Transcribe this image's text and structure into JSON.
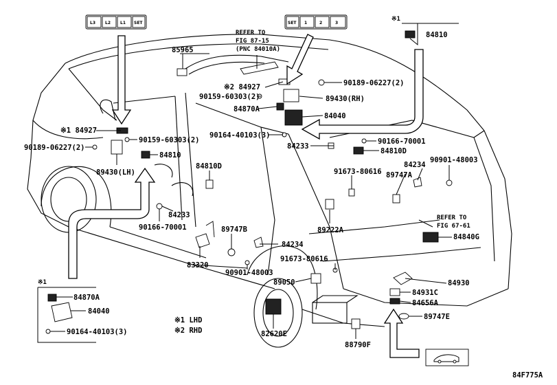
{
  "labels": {
    "p85965": "85965",
    "refer_fig87": "REFER TO",
    "refer_fig87_b": "FIG 87-15",
    "refer_fig87_c": "(PNC 84010A)",
    "p84927_rhd": "※2 84927",
    "p90159_top": "90159-60303(2)",
    "p84870a_top": "84870A",
    "p90164_top": "90164-40103(3)",
    "p90189_top": "90189-06227(2)",
    "p89430_rh": "89430(RH)",
    "p84040_top": "84040",
    "p84233_top": "84233",
    "p90166_top": "90166-70001",
    "p84810d_top": "84810D",
    "p84234_top": "84234",
    "p90901_top": "90901-48003",
    "p91673_top": "91673-80616",
    "p89747a": "89747A",
    "refer_fig67": "REFER TO",
    "refer_fig67_b": "FIG 67-61",
    "p84840g": "84840G",
    "p89222a": "89222A",
    "p84810_top": "84810",
    "p84927_lhd": "※1 84927",
    "p90189_left": "90189-06227(2)",
    "p90159_left": "90159-60303(2)",
    "p84810_mid": "84810",
    "p89430_lh": "89430(LH)",
    "p84810d_mid": "84810D",
    "p84233_mid": "84233",
    "p90166_mid": "90166-70001",
    "p89747b": "89747B",
    "p84234_mid": "84234",
    "p83320": "83320",
    "p91673_mid": "91673-80616",
    "p90901_mid": "90901-48003",
    "p89050": "89050",
    "p82620e": "82620E",
    "p88790f": "88790F",
    "p84930": "84930",
    "p84931c": "84931C",
    "p84656a": "84656A",
    "p89747e": "89747E",
    "inset_84870a": "84870A",
    "inset_84040": "84040",
    "inset_90164": "90164-40103(3)",
    "note1_mark": "※1",
    "note1_top": "※1",
    "note_lhd": "※1 LHD",
    "note_rhd": "※2 RHD",
    "fig_code": "84F775A"
  },
  "switch_buttons_left": [
    "L3",
    "L2",
    "L1",
    "SET"
  ],
  "switch_buttons_right": [
    "SET",
    "1",
    "2",
    "3"
  ]
}
